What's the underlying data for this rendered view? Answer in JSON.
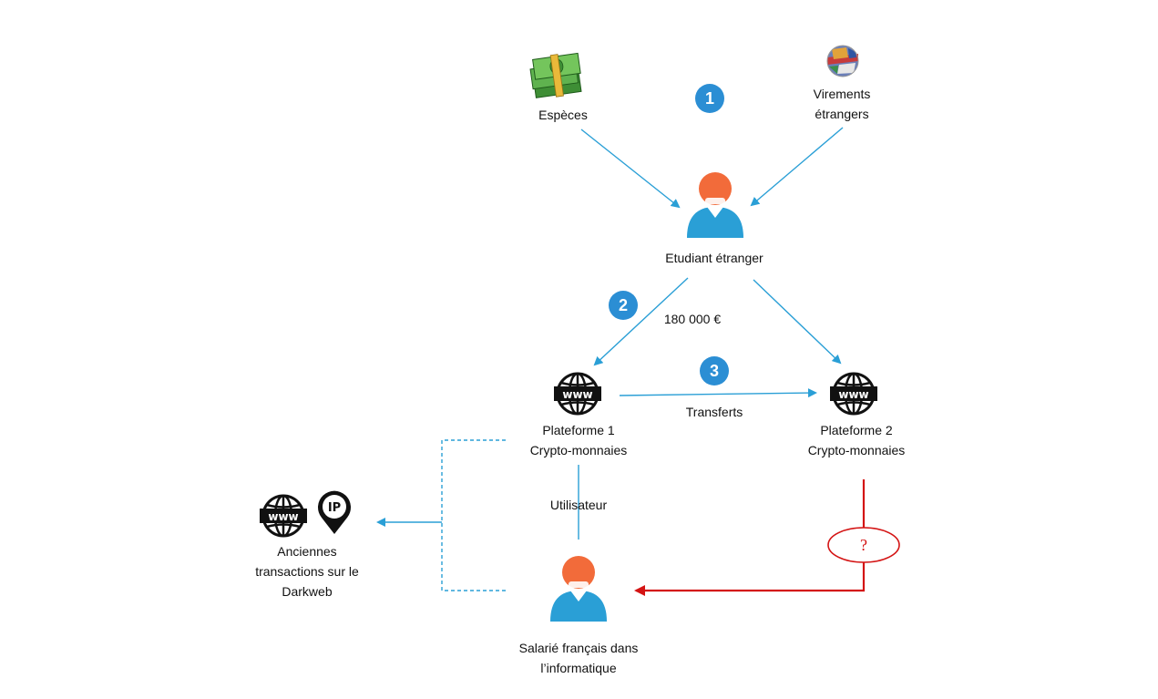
{
  "colors": {
    "arrow_blue": "#2a9fd6",
    "badge_blue": "#2b8ed4",
    "alert_red": "#d41414",
    "person_head": "#f26b3a",
    "person_body": "#2a9fd6"
  },
  "icons": {
    "cash": "banknotes-icon",
    "foreign_transfers": "world-flags-icon",
    "person": "user-icon",
    "web": "www-globe-icon",
    "ip": "ip-location-pin-icon"
  },
  "nodes": {
    "cash": {
      "label": "Espèces"
    },
    "foreign_transfers": {
      "line1": "Virements",
      "line2": "étrangers"
    },
    "student": {
      "label": "Etudiant étranger"
    },
    "platform1": {
      "line1": "Plateforme 1",
      "line2": "Crypto-monnaies"
    },
    "platform2": {
      "line1": "Plateforme 2",
      "line2": "Crypto-monnaies"
    },
    "darkweb": {
      "line1": "Anciennes",
      "line2": "transactions sur le",
      "line3": "Darkweb"
    },
    "employee": {
      "line1": "Salarié français dans",
      "line2": "l’informatique"
    }
  },
  "steps": {
    "one": "1",
    "two": "2",
    "three": "3"
  },
  "edges": {
    "amount": "180 000 €",
    "transfers": "Transferts",
    "user": "Utilisateur",
    "unknown": "?"
  }
}
